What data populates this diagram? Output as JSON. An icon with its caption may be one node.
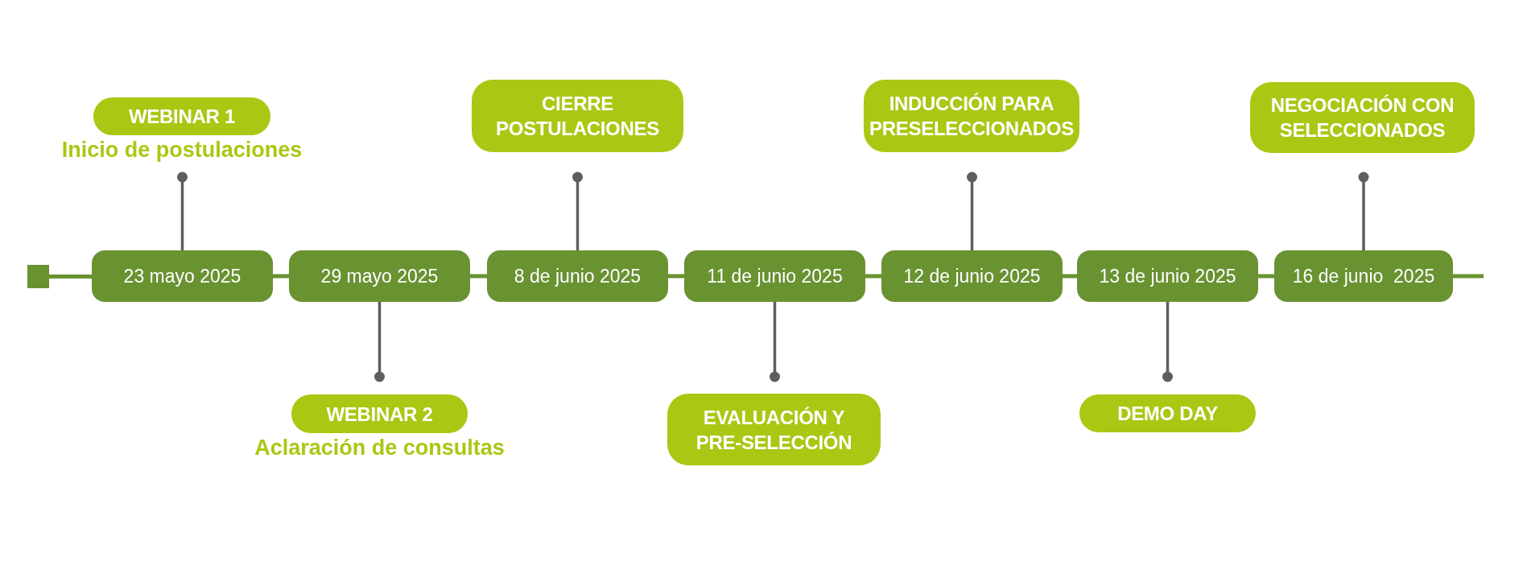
{
  "diagram": {
    "nodes": [
      {
        "text": [],
        "shape": "box"
      },
      {
        "text": [
          "23 mayo 2025"
        ]
      },
      {
        "text": [
          "29 mayo 2025"
        ]
      },
      {
        "text": [
          "8 de junio 2025"
        ]
      },
      {
        "text": [
          "11 de junio 2025"
        ]
      },
      {
        "text": [
          "12 de junio 2025"
        ]
      },
      {
        "text": [
          "13 de junio 2025"
        ]
      },
      {
        "text": [
          "16 de junio  2025"
        ]
      },
      {
        "text": [
          "WEBINAR 1"
        ],
        "beside": [
          "Inicio de postulaciones"
        ]
      },
      {
        "text": [
          "WEBINAR 2"
        ],
        "beside": [
          "Aclaración de consultas"
        ]
      },
      {
        "text": [
          "CIERRE POSTULACIONES"
        ]
      },
      {
        "text": [
          "EVALUACIÓN Y PRE-SELECCIÓN"
        ]
      },
      {
        "text": [
          "INDUCCIÓN PARA PRESELECCIONADOS"
        ]
      },
      {
        "text": [
          "DEMO DAY"
        ]
      },
      {
        "text": [
          "NEGOCIACIÓN CON SELECCIONADOS"
        ]
      }
    ],
    "edges": [
      {
        "from": 0,
        "to": 1,
        "arrow": "none"
      },
      {
        "from": 1,
        "to": 2,
        "arrow": "none"
      },
      {
        "from": 2,
        "to": 3,
        "arrow": "none"
      },
      {
        "from": 3,
        "to": 4,
        "arrow": "none"
      },
      {
        "from": 4,
        "to": 5,
        "arrow": "none"
      },
      {
        "from": 5,
        "to": 6,
        "arrow": "none"
      },
      {
        "from": 6,
        "to": 7,
        "arrow": "none"
      },
      {
        "from": 7,
        "to": null,
        "arrow": "none"
      },
      {
        "from": 1,
        "to": 8,
        "arrow": "other",
        "color": "#5e5e5e"
      },
      {
        "from": 2,
        "to": 9,
        "arrow": "other",
        "color": "#5e5e5e"
      },
      {
        "from": 3,
        "to": 10,
        "arrow": "other",
        "color": "#5e5e5e"
      },
      {
        "from": 4,
        "to": 11,
        "arrow": "other",
        "color": "#5e5e5e"
      },
      {
        "from": 5,
        "to": 12,
        "arrow": "other",
        "color": "#5e5e5e"
      },
      {
        "from": 6,
        "to": 13,
        "arrow": "other",
        "color": "#5e5e5e"
      },
      {
        "from": 7,
        "to": 14,
        "arrow": "other",
        "color": "#5e5e5e"
      }
    ]
  }
}
